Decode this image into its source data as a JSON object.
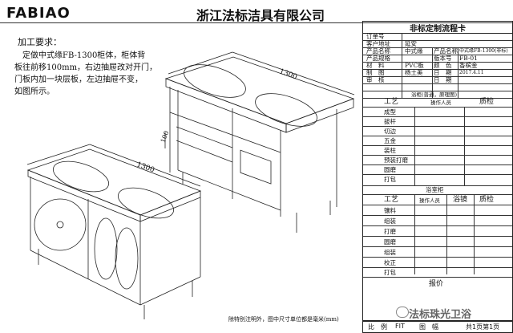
{
  "header": {
    "logo": "FABIAO",
    "company": "浙江法标洁具有限公司"
  },
  "requirements": {
    "title": "加工要求：",
    "lines": [
      "定做中式缘FB-1300柜体，柜体背",
      "板往前移100mm，右边抽屉改对开门，",
      "门板内加一块层板，左边抽屉不变，",
      "如图所示。"
    ]
  },
  "drawing": {
    "dim_top": "1300",
    "dim_front": "1300",
    "dim_side": "100"
  },
  "note": "除特别注明外，图中尺寸单位都是毫米(mm)",
  "watermark": "法标珠光卫浴",
  "card": {
    "title": "非标定制流程卡",
    "order_no_label": "订单号",
    "customer_label": "客户地址",
    "customer_value": "延安",
    "name_label": "产品名称",
    "name_value": "中式缘",
    "type_label": "产品名称",
    "type_value": "中式缘FB-1300(非标)",
    "spec_label": "产品规格",
    "version_label": "版本号",
    "version_value": "FB-01",
    "material_label": "材　料",
    "material_value": "PVC板",
    "color_label": "颜　色",
    "color_value": "香槟金",
    "drawing_label": "制　图",
    "drawing_value": "杨土美",
    "date_label": "日　期",
    "date_value": "2017.4.11",
    "review_label": "审　核",
    "date2_label": "日　期",
    "section1": "浴柜(普通，原理图)",
    "process_col": "工艺",
    "operator_col": "操作人员",
    "quality_col": "质检",
    "steps1": [
      "成型",
      "拔杆",
      "切边",
      "五金",
      "装柱",
      "预装打磨",
      "圆磨",
      "打包"
    ],
    "section2": "浴室柜",
    "operator2_col": "操作人员",
    "finish_col": "浴镜",
    "steps2": [
      "镶料",
      "组装",
      "打磨",
      "圆磨",
      "组装",
      "校正",
      "打包"
    ],
    "price_label": "报价"
  },
  "footer": {
    "label1": "比　例",
    "value1": "FIT",
    "label2": "图　幅",
    "label3": "共1页第1页"
  }
}
